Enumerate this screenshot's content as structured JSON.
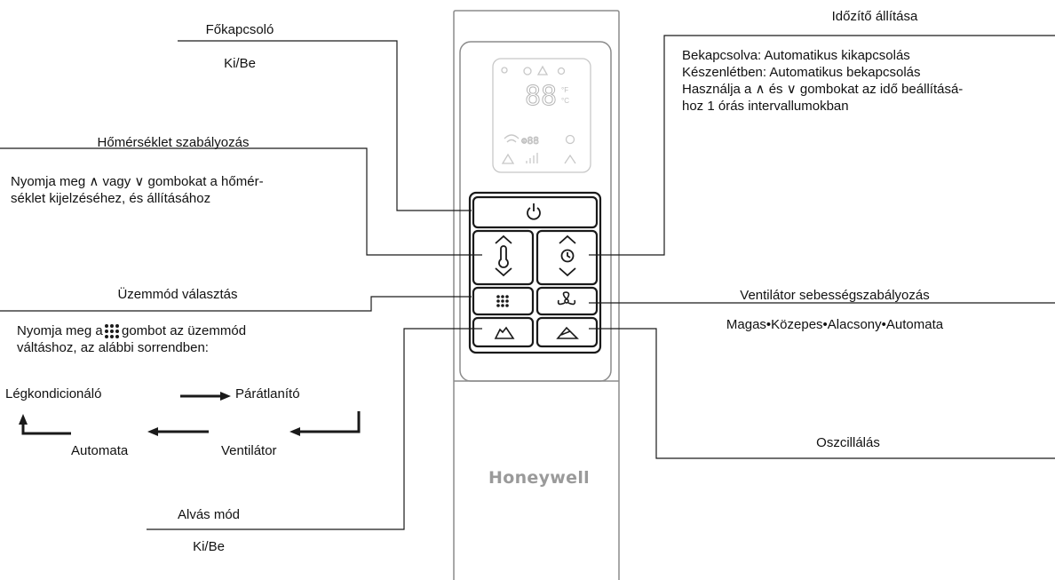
{
  "brand": "Honeywell",
  "labels": {
    "power": {
      "title": "Főkapcsoló",
      "sub": "Ki/Be"
    },
    "timer": {
      "title": "Időzítő állítása",
      "line1": "Bekapcsolva: Automatikus kikapcsolás",
      "line2": "Készenlétben: Automatikus bekapcsolás",
      "line3": "Használja a ∧ és ∨ gombokat az idő beállításá-",
      "line4": "hoz 1 órás intervallumokban"
    },
    "temp": {
      "title": "Hőmérséklet szabályozás",
      "line1": "Nyomja meg ∧ vagy ∨ gombokat a hőmér-",
      "line2": "séklet kijelzéséhez, és állításához"
    },
    "mode": {
      "title": "Üzemmód választás",
      "line1_a": "Nyomja meg a",
      "line1_b": "gombot az üzemmód",
      "line2": "váltáshoz, az alábbi sorrendben:"
    },
    "fan": {
      "title": "Ventilátor sebességszabályozás",
      "sub": "Magas•Közepes•Alacsony•Automata"
    },
    "osc": {
      "title": "Oszcillálás"
    },
    "sleep": {
      "title": "Alvás mód",
      "sub": "Ki/Be"
    }
  },
  "mode_cycle": {
    "cool": "Légkondicionáló",
    "dry": "Párátlanító",
    "fan": "Ventilátor",
    "auto": "Automata"
  },
  "display": {
    "digits": "88",
    "timer_digits": "88"
  },
  "icons": {
    "power": "power-icon",
    "up": "chevron-up-icon",
    "down": "chevron-down-icon",
    "thermometer": "thermometer-icon",
    "clock": "clock-icon",
    "mode": "dot-grid-icon",
    "fan": "fan-icon",
    "sleep": "sleep-icon",
    "swing": "swing-icon"
  },
  "colors": {
    "stroke": "#1a1a1a",
    "panel": "#8c8c8c",
    "lcd": "#c8c8c8",
    "brand": "#9a9a9a"
  }
}
